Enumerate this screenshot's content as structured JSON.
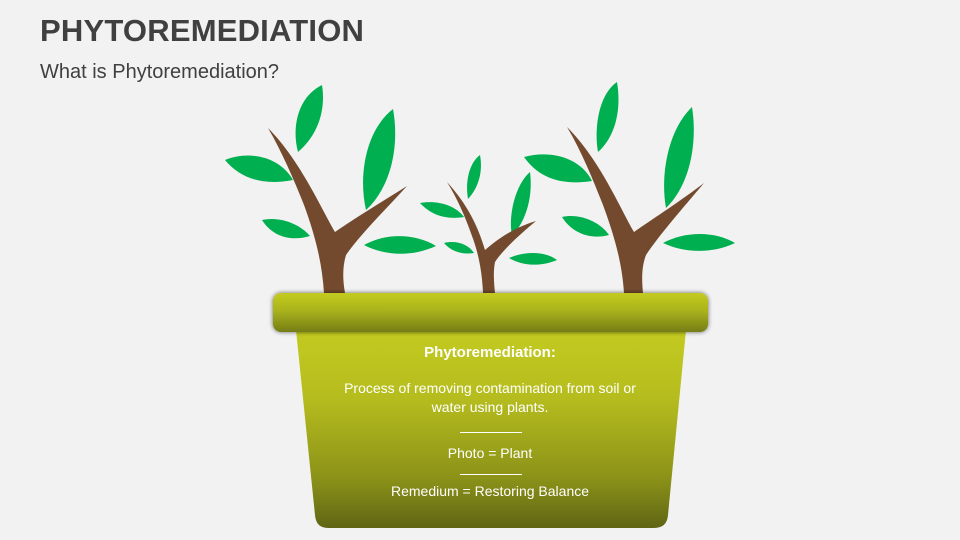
{
  "slide": {
    "title": "PHYTOREMEDIATION",
    "subtitle": "What is Phytoremediation?"
  },
  "pot": {
    "heading": "Phytoremediation:",
    "description": "Process of removing contamination from soil or water using plants.",
    "definitions": [
      "Photo = Plant",
      "Remedium = Restoring Balance"
    ]
  },
  "colors": {
    "background": "#f2f2f2",
    "title_text": "#404040",
    "leaf_green": "#00b050",
    "stem_brown": "#744a2e",
    "pot_top": "#c0c920",
    "pot_bottom": "#5f6514",
    "pot_text": "#ffffff"
  },
  "illustration": {
    "plants": [
      "plant-left",
      "plant-center",
      "plant-right"
    ],
    "container": "flower-pot"
  }
}
